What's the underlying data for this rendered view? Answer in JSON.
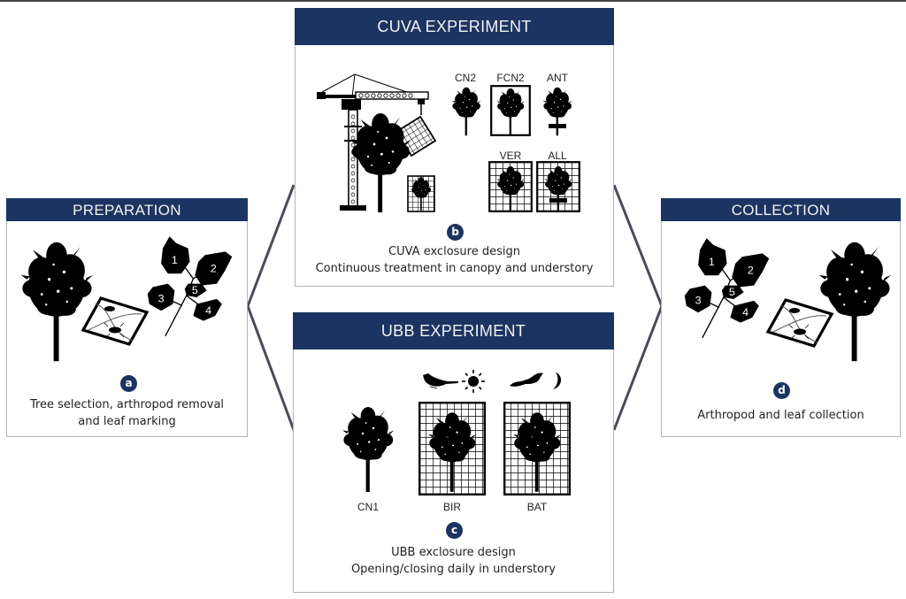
{
  "colors": {
    "header_bg": "#1c3461",
    "header_text": "#f2f2f2",
    "badge_bg": "#1c3461",
    "connector": "#474c57",
    "panel_border": "#b4b4b4"
  },
  "panels": {
    "preparation": {
      "title": "PREPARATION",
      "badge": "a",
      "caption_line1": "Tree selection, arthropod removal",
      "caption_line2": "and leaf marking",
      "leaf_numbers": [
        "1",
        "2",
        "3",
        "4",
        "5"
      ],
      "icons": [
        "tree-icon",
        "sticky-trap-icon",
        "numbered-leaves-icon"
      ]
    },
    "cuva": {
      "title": "CUVA EXPERIMENT",
      "badge": "b",
      "caption_line1": "CUVA exclosure design",
      "caption_line2": "Continuous treatment in canopy and understory",
      "treatments": [
        "CN2",
        "FCN2",
        "ANT",
        "VER",
        "ALL"
      ],
      "icons": [
        "crane-icon",
        "tree-icon",
        "net-cage-icon"
      ]
    },
    "ubb": {
      "title": "UBB EXPERIMENT",
      "badge": "c",
      "caption_line1": "UBB exclosure design",
      "caption_line2": "Opening/closing daily in understory",
      "treatments": [
        "CN1",
        "BIR",
        "BAT"
      ],
      "icons": [
        "bird-icon",
        "sun-icon",
        "bat-icon",
        "moon-icon"
      ]
    },
    "collection": {
      "title": "COLLECTION",
      "badge": "d",
      "caption_line1": "Arthropod and leaf collection",
      "leaf_numbers": [
        "1",
        "2",
        "3",
        "4",
        "5"
      ],
      "icons": [
        "numbered-leaves-icon",
        "sticky-trap-icon",
        "tree-icon"
      ]
    }
  }
}
